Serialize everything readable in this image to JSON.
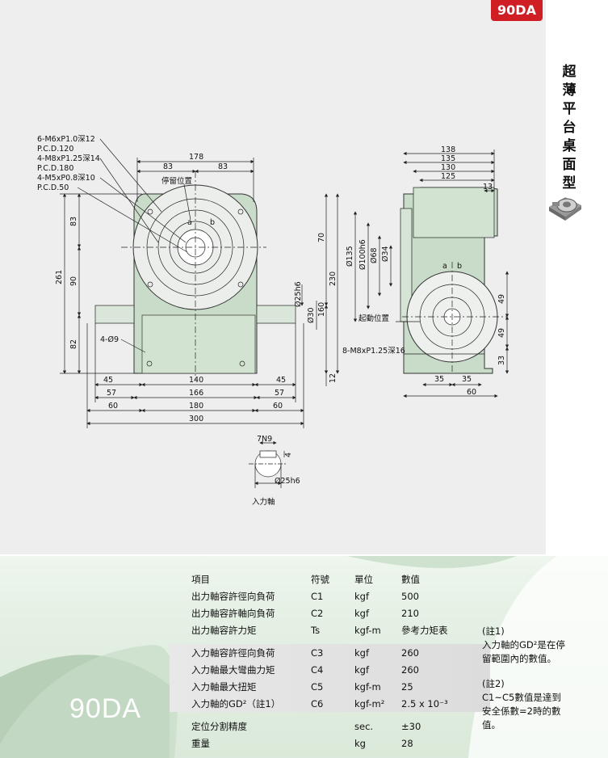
{
  "badge": "90DA",
  "title_chars": [
    "超",
    "薄",
    "平",
    "台",
    "桌",
    "面",
    "型"
  ],
  "drawing": {
    "callouts": [
      "6-M6xP1.0深12",
      "P.C.D.120",
      "4-M8xP1.25深14",
      "P.C.D.180",
      "4-M5xP0.8深10",
      "P.C.D.50"
    ],
    "front": {
      "d178": "178",
      "d83a": "83",
      "d83b": "83",
      "stop_pos": "停留位置",
      "d261": "261",
      "d83v": "83",
      "d90v": "90",
      "d82v": "82",
      "hole": "4-Ø9",
      "d45l": "45",
      "d140": "140",
      "d45r": "45",
      "d57l": "57",
      "d166": "166",
      "d57r": "57",
      "d60l": "60",
      "d180": "180",
      "d60r": "60",
      "d300": "300",
      "d70": "70",
      "d230": "230",
      "d160": "160",
      "d12": "12",
      "d25h6": "Ø25h6",
      "d30": "Ø30",
      "a": "a",
      "b": "b"
    },
    "side": {
      "d138": "138",
      "d135": "135",
      "d130": "130",
      "d125": "125",
      "d13": "13",
      "d135dia": "Ø135",
      "d100": "Ø100h6",
      "d68": "Ø68",
      "d34": "Ø34",
      "start_pos": "起動位置",
      "tap": "8-M8xP1.25深16",
      "d49a": "49",
      "d49b": "49",
      "d33": "33",
      "d35a": "35",
      "d35b": "35",
      "d60": "60",
      "a": "a",
      "b": "b"
    },
    "shaft": {
      "key": "7N9",
      "d4": "4",
      "dia": "Ø25h6",
      "label": "入力軸"
    }
  },
  "spec": {
    "model": "90DA",
    "header": [
      "項目",
      "符號",
      "單位",
      "數值"
    ],
    "rows_a": [
      [
        "出力軸容許徑向負荷",
        "C1",
        "kgf",
        "500"
      ],
      [
        "出力軸容許軸向負荷",
        "C2",
        "kgf",
        "210"
      ],
      [
        "出力軸容許力矩",
        "Ts",
        "kgf-m",
        "參考力矩表"
      ]
    ],
    "rows_b": [
      [
        "入力軸容許徑向負荷",
        "C3",
        "kgf",
        "260"
      ],
      [
        "入力軸最大彎曲力矩",
        "C4",
        "kgf",
        "260"
      ],
      [
        "入力軸最大扭矩",
        "C5",
        "kgf-m",
        "25"
      ],
      [
        "入力軸的GD²（註1）",
        "C6",
        "kgf-m²",
        "2.5 x 10⁻³"
      ]
    ],
    "rows_c": [
      [
        "定位分割精度",
        "",
        "sec.",
        "±30"
      ],
      [
        "重量",
        "",
        "kg",
        "28"
      ]
    ],
    "notes": [
      "(註1)",
      "入力軸的GD²是在停",
      "留範圍內的數值。",
      "(註2)",
      "C1~C5數值是達到",
      "安全係數=2時的數",
      "值。"
    ]
  }
}
